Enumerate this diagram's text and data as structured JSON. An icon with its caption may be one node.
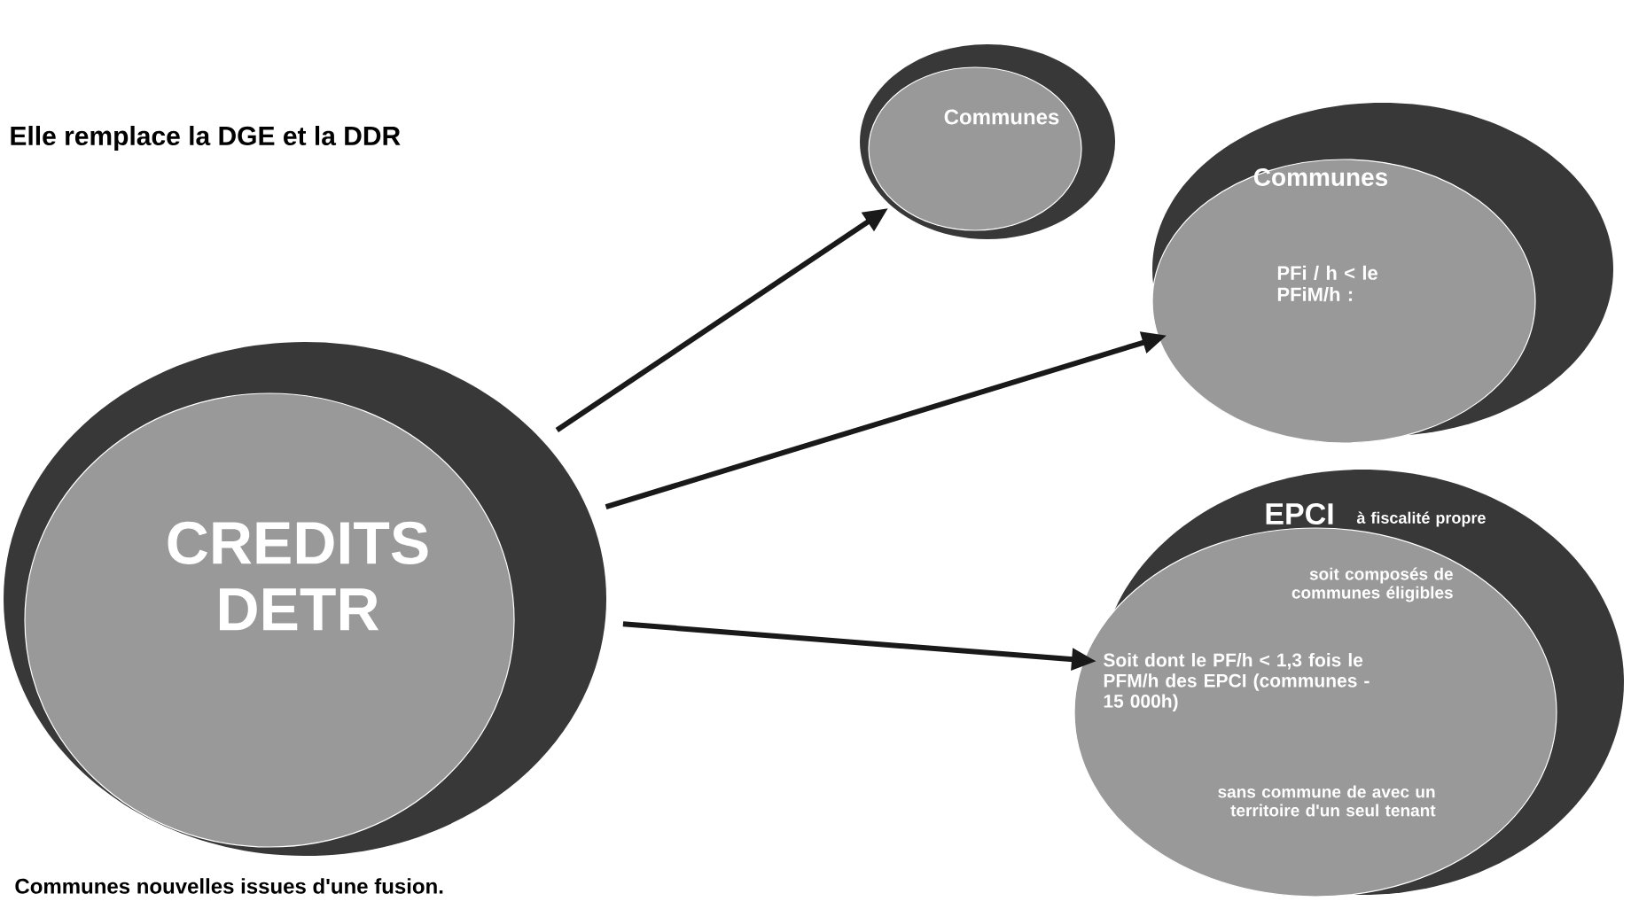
{
  "diagram": {
    "nodes": [
      {
        "text": [
          "CREDITS DETR"
        ]
      },
      {
        "text": [
          "Communes"
        ]
      },
      {
        "text": [
          "Communes",
          "PFi / h < le PFiM/h :"
        ]
      },
      {
        "text": [
          "EPCI",
          "à fiscalité propre",
          "soit composés de communes éligibles",
          "Soit dont le PF/h < 1,3 fois le PFM/h des EPCI (communes - 15 000h)",
          "sans commune de avec un territoire d'un seul tenant"
        ]
      }
    ],
    "edges": [
      {
        "from": 0,
        "to": 1,
        "arrow": "to"
      },
      {
        "from": 0,
        "to": 2,
        "arrow": "to"
      },
      {
        "from": 0,
        "to": 3,
        "arrow": "to"
      }
    ],
    "labels": [
      "Elle remplace la DGE et la DDR",
      "Communes nouvelles issues d'une fusion."
    ]
  }
}
